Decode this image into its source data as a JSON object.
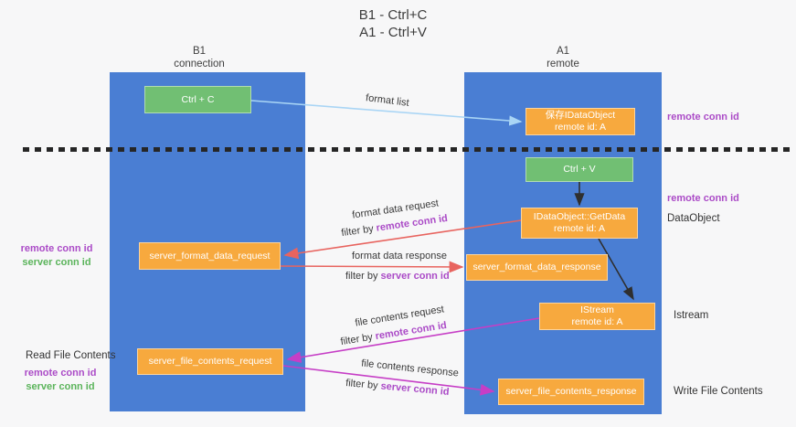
{
  "title": {
    "line1": "B1 - Ctrl+C",
    "line2": "A1 - Ctrl+V"
  },
  "lifelines": {
    "left": {
      "name": "B1",
      "role": "connection"
    },
    "right": {
      "name": "A1",
      "role": "remote"
    }
  },
  "nodes": {
    "ctrl_c": {
      "label": "Ctrl + C"
    },
    "ctrl_v": {
      "label": "Ctrl + V"
    },
    "save_idataobject": {
      "line1": "保存IDataObject",
      "line2": "remote id: A"
    },
    "idataobject_getdata": {
      "line1": "IDataObject::GetData",
      "line2": "remote id: A"
    },
    "server_format_data_request": {
      "label": "server_format_data_request"
    },
    "server_format_data_response": {
      "label": "server_format_data_response"
    },
    "istream": {
      "line1": "IStream",
      "line2": "remote id: A"
    },
    "server_file_contents_request": {
      "label": "server_file_contents_request"
    },
    "server_file_contents_response": {
      "label": "server_file_contents_response"
    }
  },
  "edge_labels": {
    "format_list": "format list",
    "format_data_request": "format data request",
    "format_data_response": "format data response",
    "file_contents_request": "file contents request",
    "file_contents_response": "file contents response",
    "filter_by": "filter by ",
    "remote_conn_id": "remote conn id",
    "server_conn_id": "server conn id"
  },
  "annotations": {
    "right_remote_conn_id_top": "remote conn id",
    "right_remote_conn_id_mid": "remote conn id",
    "dataobject": "DataObject",
    "istream": "Istream",
    "write_file_contents": "Write File Contents",
    "read_file_contents": "Read File Contents",
    "left_remote_conn_id": "remote conn id",
    "left_server_conn_id": "server conn id",
    "left2_remote_conn_id": "remote conn id",
    "left2_server_conn_id": "server conn id"
  },
  "colors": {
    "column_blue": "#4a7ed3",
    "box_green": "#71bf73",
    "box_orange": "#f7a93e",
    "text_purple": "#ab4bc7",
    "text_green": "#5bb45b",
    "arrow_salmon": "#e8645f",
    "arrow_magenta": "#c63ec6",
    "arrow_lightblue": "#a9d5f5",
    "arrow_black": "#2f2f2f",
    "background": "#f7f7f8"
  }
}
